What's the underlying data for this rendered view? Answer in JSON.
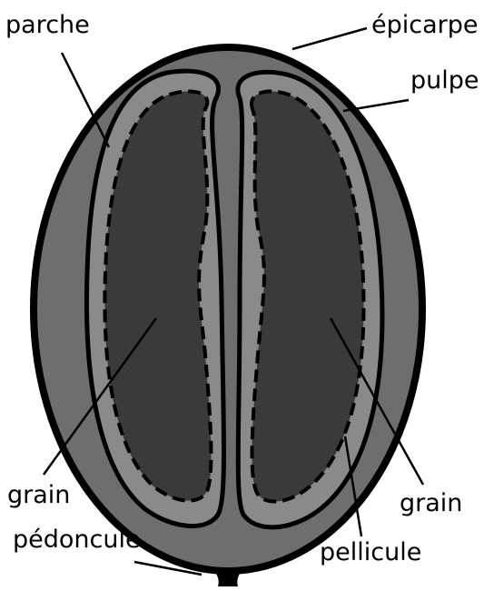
{
  "diagram": {
    "labels": {
      "parche": "parche",
      "epicarpe": "épicarpe",
      "pulpe": "pulpe",
      "grain_left": "grain",
      "grain_right": "grain",
      "pedoncule": "pédoncule",
      "pellicule": "pellicule"
    },
    "colors": {
      "background": "#ffffff",
      "outline": "#000000",
      "pulp": "#6e6e6e",
      "parchment": "#8a8a8a",
      "bean": "#3a3a3a"
    }
  }
}
